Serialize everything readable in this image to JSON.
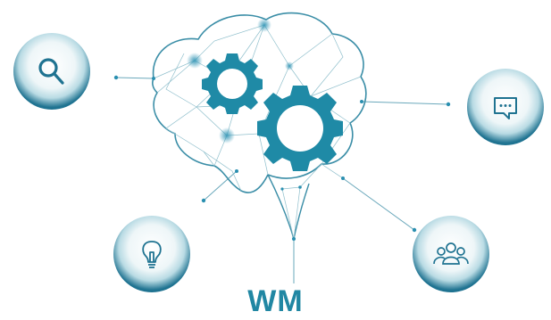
{
  "brand": {
    "logo_text": "WM"
  },
  "colors": {
    "primary": "#2187a3",
    "gear": "#1f8aa6",
    "line": "#7fb3c2",
    "node": "#2a8fb0",
    "circle_inner": "#ffffff",
    "circle_outer": "#1f7391",
    "icon": "#1f7391"
  },
  "icons": [
    {
      "id": "search",
      "name": "magnifier-icon"
    },
    {
      "id": "chat",
      "name": "chat-bubble-icon"
    },
    {
      "id": "idea",
      "name": "lightbulb-icon"
    },
    {
      "id": "team",
      "name": "people-group-icon"
    }
  ],
  "center": {
    "name": "brain-cloud",
    "gears": [
      "small-gear-icon",
      "large-gear-icon"
    ]
  }
}
